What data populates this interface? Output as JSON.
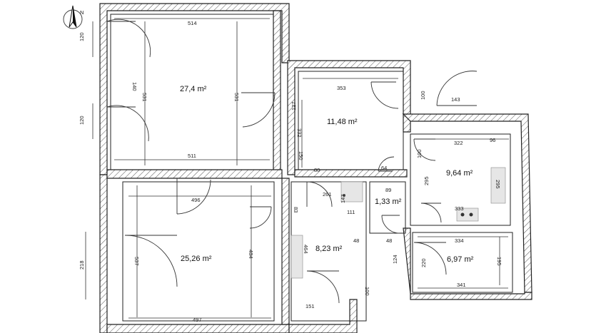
{
  "rooms": [
    {
      "id": "room-1",
      "area": "27,4 m²"
    },
    {
      "id": "room-2",
      "area": "11,48 m²"
    },
    {
      "id": "room-3",
      "area": "9,64 m²"
    },
    {
      "id": "room-4",
      "area": "1,33 m²"
    },
    {
      "id": "room-5",
      "area": "25,26 m²"
    },
    {
      "id": "room-6",
      "area": "8,23 m²"
    },
    {
      "id": "room-7",
      "area": "6,97 m²"
    }
  ],
  "dimensions": {
    "d514": "514",
    "d531a": "531",
    "d531b": "531",
    "d511": "511",
    "d120a": "120",
    "d140": "140",
    "d120b": "120",
    "d353": "353",
    "d127": "127",
    "d332": "332",
    "d150": "150",
    "d80": "80",
    "d64": "64",
    "d100a": "100",
    "d143": "143",
    "d322": "322",
    "d96": "96",
    "d100b": "100",
    "d295a": "295",
    "d295b": "295",
    "d333": "333",
    "d89": "89",
    "d261": "261",
    "d147": "147",
    "d111": "111",
    "d83": "83",
    "d496": "496",
    "d48a": "48",
    "d48b": "48",
    "d218": "218",
    "d537": "537",
    "d484": "484",
    "d464": "464",
    "d334": "334",
    "d124": "124",
    "d220": "220",
    "d195": "195",
    "d341": "341",
    "d100c": "100",
    "d151": "151",
    "d497": "497"
  },
  "compass": {
    "label": "N"
  }
}
